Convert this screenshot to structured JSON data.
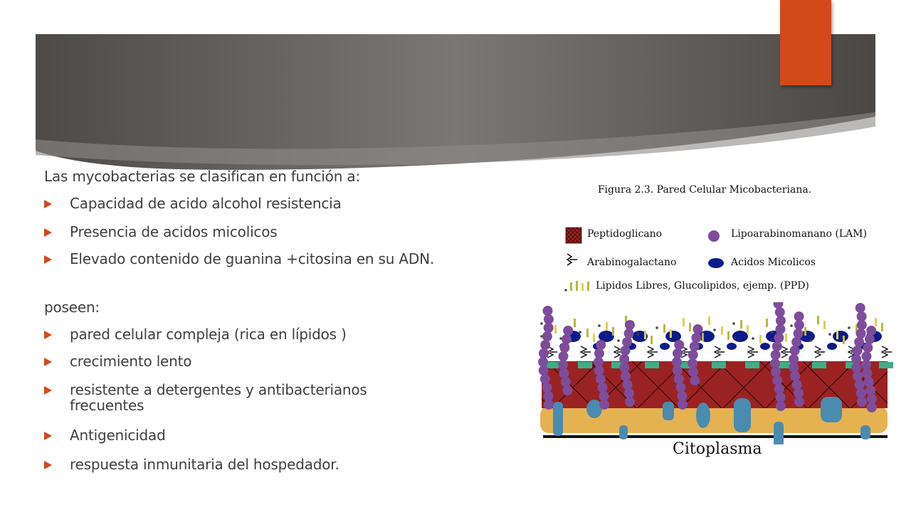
{
  "slide": {
    "intro1": "Las mycobacterias se clasifican en función a:",
    "bullets1": [
      "Capacidad de acido alcohol resistencia",
      "Presencia de acidos micolicos",
      "Elevado contenido de guanina +citosina en su ADN."
    ],
    "intro2": "poseen:",
    "bullets2": [
      "pared celular compleja  (rica en lípidos )",
      "crecimiento lento",
      "resistente a detergentes y antibacterianos frecuentes",
      "Antigenicidad",
      "respuesta inmunitaria del hospedador."
    ]
  },
  "figure": {
    "title": "Figura 2.3. Pared Celular Micobacteriana.",
    "legend": {
      "peptidoglicano": "Peptidoglicano",
      "lam": "Lipoarabinomanano (LAM)",
      "arabinogalactano": "Arabinogalactano",
      "micolicos": "Acidos Micolicos",
      "lipidos": "Lipidos Libres, Glucolipidos, ejemp. (PPD)"
    },
    "citoplasma": "Citoplasma"
  },
  "colors": {
    "accent": "#d2491a",
    "banner": "#5f5c5a",
    "peptidoglycan": "#9b2222",
    "cytoplasm": "#e5b252",
    "lam": "#7d4d9c",
    "mycolic": "#0d1a8a",
    "arabinogalactan_block": "#3daf86",
    "protein": "#4a8bb0",
    "lipid": "#b8b840"
  }
}
